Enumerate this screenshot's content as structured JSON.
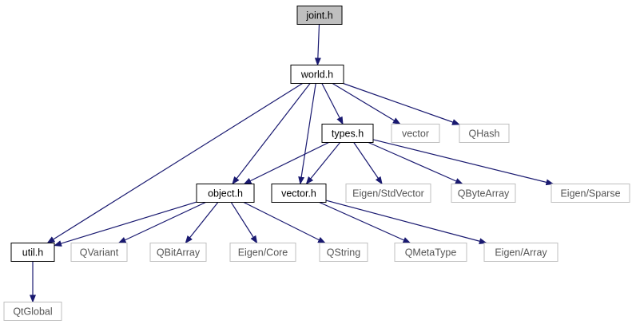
{
  "colors": {
    "edge": "#191970",
    "focus_fill": "#bfbfbf",
    "border_dark": "#000000",
    "border_light": "#bfbfbf",
    "text": "#000000",
    "text_light": "#555555"
  },
  "nodes": [
    {
      "id": "joint",
      "label": "joint.h",
      "style": "focus"
    },
    {
      "id": "world",
      "label": "world.h",
      "style": "normal"
    },
    {
      "id": "types",
      "label": "types.h",
      "style": "normal"
    },
    {
      "id": "vector_std",
      "label": "vector",
      "style": "external"
    },
    {
      "id": "qhash",
      "label": "QHash",
      "style": "external"
    },
    {
      "id": "object",
      "label": "object.h",
      "style": "normal"
    },
    {
      "id": "vector_h",
      "label": "vector.h",
      "style": "normal"
    },
    {
      "id": "eigen_stdvector",
      "label": "Eigen/StdVector",
      "style": "external"
    },
    {
      "id": "qbytearray",
      "label": "QByteArray",
      "style": "external"
    },
    {
      "id": "eigen_sparse",
      "label": "Eigen/Sparse",
      "style": "external"
    },
    {
      "id": "util",
      "label": "util.h",
      "style": "normal"
    },
    {
      "id": "qvariant",
      "label": "QVariant",
      "style": "external"
    },
    {
      "id": "qbitarray",
      "label": "QBitArray",
      "style": "external"
    },
    {
      "id": "eigen_core",
      "label": "Eigen/Core",
      "style": "external"
    },
    {
      "id": "qstring",
      "label": "QString",
      "style": "external"
    },
    {
      "id": "qmetatype",
      "label": "QMetaType",
      "style": "external"
    },
    {
      "id": "eigen_array",
      "label": "Eigen/Array",
      "style": "external"
    },
    {
      "id": "qtglobal",
      "label": "QtGlobal",
      "style": "external"
    }
  ],
  "edges": [
    {
      "from": "joint",
      "to": "world"
    },
    {
      "from": "world",
      "to": "util"
    },
    {
      "from": "world",
      "to": "object"
    },
    {
      "from": "world",
      "to": "vector_h"
    },
    {
      "from": "world",
      "to": "types"
    },
    {
      "from": "world",
      "to": "vector_std"
    },
    {
      "from": "world",
      "to": "qhash"
    },
    {
      "from": "types",
      "to": "object"
    },
    {
      "from": "types",
      "to": "vector_h"
    },
    {
      "from": "types",
      "to": "eigen_stdvector"
    },
    {
      "from": "types",
      "to": "qbytearray"
    },
    {
      "from": "types",
      "to": "eigen_sparse"
    },
    {
      "from": "object",
      "to": "util"
    },
    {
      "from": "object",
      "to": "qvariant"
    },
    {
      "from": "object",
      "to": "qbitarray"
    },
    {
      "from": "object",
      "to": "eigen_core"
    },
    {
      "from": "object",
      "to": "qstring"
    },
    {
      "from": "vector_h",
      "to": "qmetatype"
    },
    {
      "from": "vector_h",
      "to": "eigen_array"
    },
    {
      "from": "util",
      "to": "qtglobal"
    }
  ]
}
